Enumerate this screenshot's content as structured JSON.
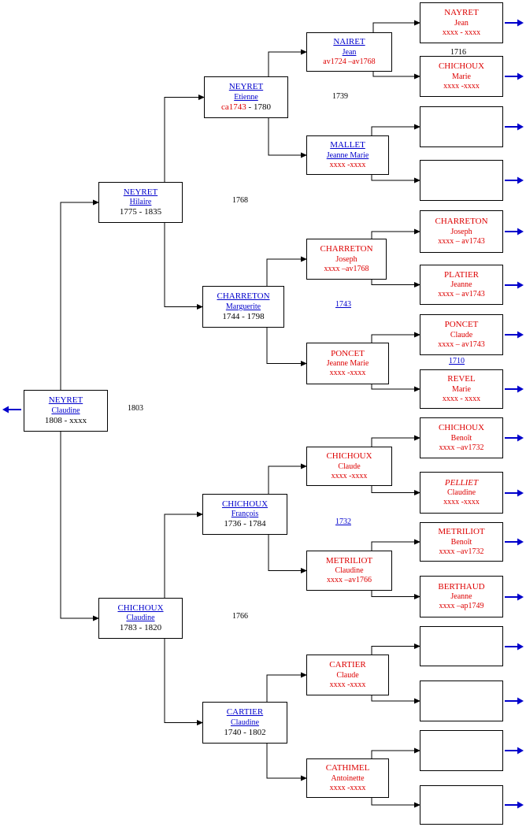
{
  "colors": {
    "link": "#0000cc",
    "unknown": "#dd0000",
    "text": "#000000",
    "arrow": "#0000cc"
  },
  "persons": [
    {
      "id": "p1",
      "size": "b1",
      "name": "NEYRET",
      "first": "Claudine",
      "dates": "1808 - xxxx",
      "style": "link"
    },
    {
      "id": "p2",
      "size": "b1",
      "name": "NEYRET",
      "first": "Hilaire",
      "dates": "1775 - 1835",
      "style": "link"
    },
    {
      "id": "p3",
      "size": "b1",
      "name": "CHICHOUX",
      "first": "Claudine",
      "dates": "1783 - 1820",
      "style": "link"
    },
    {
      "id": "p4",
      "size": "b1",
      "name": "NEYRET",
      "first": "Etienne",
      "dates_red": "ca1743",
      "dates_black": " - 1780",
      "style": "link"
    },
    {
      "id": "p5",
      "size": "b1",
      "name": "CHARRETON",
      "first": "Marguerite",
      "dates": "1744 - 1798",
      "style": "link"
    },
    {
      "id": "p6",
      "size": "b1",
      "name": "CHICHOUX",
      "first": "François",
      "dates": "1736 - 1784",
      "style": "link"
    },
    {
      "id": "p7",
      "size": "b1",
      "name": "CARTIER",
      "first": "Claudine",
      "dates": "1740 - 1802",
      "style": "link"
    },
    {
      "id": "p8",
      "size": "b2",
      "name": "NAIRET",
      "first": "Jean",
      "dates": "av1724 –av1768",
      "style": "link",
      "dates_color": "red"
    },
    {
      "id": "p9",
      "size": "b2",
      "name": "MALLET",
      "first": "Jeanne Marie",
      "dates": "xxxx -xxxx",
      "style": "link",
      "dates_color": "red"
    },
    {
      "id": "p10",
      "size": "b2",
      "name": "CHARRETON",
      "first": "Joseph",
      "dates": "xxxx –av1768",
      "style": "red"
    },
    {
      "id": "p11",
      "size": "b2",
      "name": "PONCET",
      "first": "Jeanne Marie",
      "dates": "xxxx -xxxx",
      "style": "red"
    },
    {
      "id": "p12",
      "size": "b2",
      "name": "CHICHOUX",
      "first": "Claude",
      "dates": "xxxx -xxxx",
      "style": "red"
    },
    {
      "id": "p13",
      "size": "b2",
      "name": "METRILIOT",
      "first": "Claudine",
      "dates": "xxxx –av1766",
      "style": "red"
    },
    {
      "id": "p14",
      "size": "b2",
      "name": "CARTIER",
      "first": "Claude",
      "dates": "xxxx -xxxx",
      "style": "red"
    },
    {
      "id": "p15",
      "size": "b2",
      "name": "CATHIMEL",
      "first": "Antoinette",
      "dates": "xxxx -xxxx",
      "style": "red"
    },
    {
      "id": "p16",
      "size": "b2",
      "name": "NAYRET",
      "first": "Jean",
      "dates": "xxxx - xxxx",
      "style": "red"
    },
    {
      "id": "p17",
      "size": "b2",
      "name": "CHICHOUX",
      "first": "Marie",
      "dates": "xxxx -xxxx",
      "style": "red"
    },
    {
      "id": "p18",
      "size": "b2",
      "name": "",
      "first": "",
      "dates": "",
      "style": "red"
    },
    {
      "id": "p19",
      "size": "b2",
      "name": "",
      "first": "",
      "dates": "",
      "style": "red"
    },
    {
      "id": "p20",
      "size": "b2",
      "name": "CHARRETON",
      "first": "Joseph",
      "dates": "xxxx – av1743",
      "style": "red"
    },
    {
      "id": "p21",
      "size": "b2",
      "name": "PLATIER",
      "first": "Jeanne",
      "dates": "xxxx – av1743",
      "style": "red"
    },
    {
      "id": "p22",
      "size": "b2",
      "name": "PONCET",
      "first": "Claude",
      "dates": "xxxx – av1743",
      "style": "red"
    },
    {
      "id": "p23",
      "size": "b2",
      "name": "REVEL",
      "first": "Marie",
      "dates": "xxxx - xxxx",
      "style": "red"
    },
    {
      "id": "p24",
      "size": "b2",
      "name": "CHICHOUX",
      "first": "Benoît",
      "dates": "xxxx –av1732",
      "style": "red"
    },
    {
      "id": "p25",
      "size": "b2",
      "name": "PELLIET",
      "first": "Claudine",
      "dates": "xxxx -xxxx",
      "style": "red",
      "italic_name": true
    },
    {
      "id": "p26",
      "size": "b2",
      "name": "METRILIOT",
      "first": "Benoît",
      "dates": "xxxx –av1732",
      "style": "red"
    },
    {
      "id": "p27",
      "size": "b2",
      "name": "BERTHAUD",
      "first": "Jeanne",
      "dates": "xxxx –ap1749",
      "style": "red"
    },
    {
      "id": "p28",
      "size": "b2",
      "name": "",
      "first": "",
      "dates": "",
      "style": "red"
    },
    {
      "id": "p29",
      "size": "b2",
      "name": "",
      "first": "",
      "dates": "",
      "style": "red"
    },
    {
      "id": "p30",
      "size": "b2",
      "name": "",
      "first": "",
      "dates": "",
      "style": "red"
    },
    {
      "id": "p31",
      "size": "b2",
      "name": "",
      "first": "",
      "dates": "",
      "style": "red"
    }
  ],
  "marriages": [
    {
      "id": "m1",
      "year": "1803",
      "link": false
    },
    {
      "id": "m2",
      "year": "1768",
      "link": false
    },
    {
      "id": "m3",
      "year": "1766",
      "link": false
    },
    {
      "id": "m4",
      "year": "1739",
      "link": false
    },
    {
      "id": "m5",
      "year": "1743",
      "link": true
    },
    {
      "id": "m6",
      "year": "1732",
      "link": true
    },
    {
      "id": "m7",
      "year": "1716",
      "link": false
    },
    {
      "id": "m8",
      "year": "1710",
      "link": true
    }
  ],
  "icons": {
    "back": "left-arrow-icon",
    "more": "right-arrow-icon"
  }
}
